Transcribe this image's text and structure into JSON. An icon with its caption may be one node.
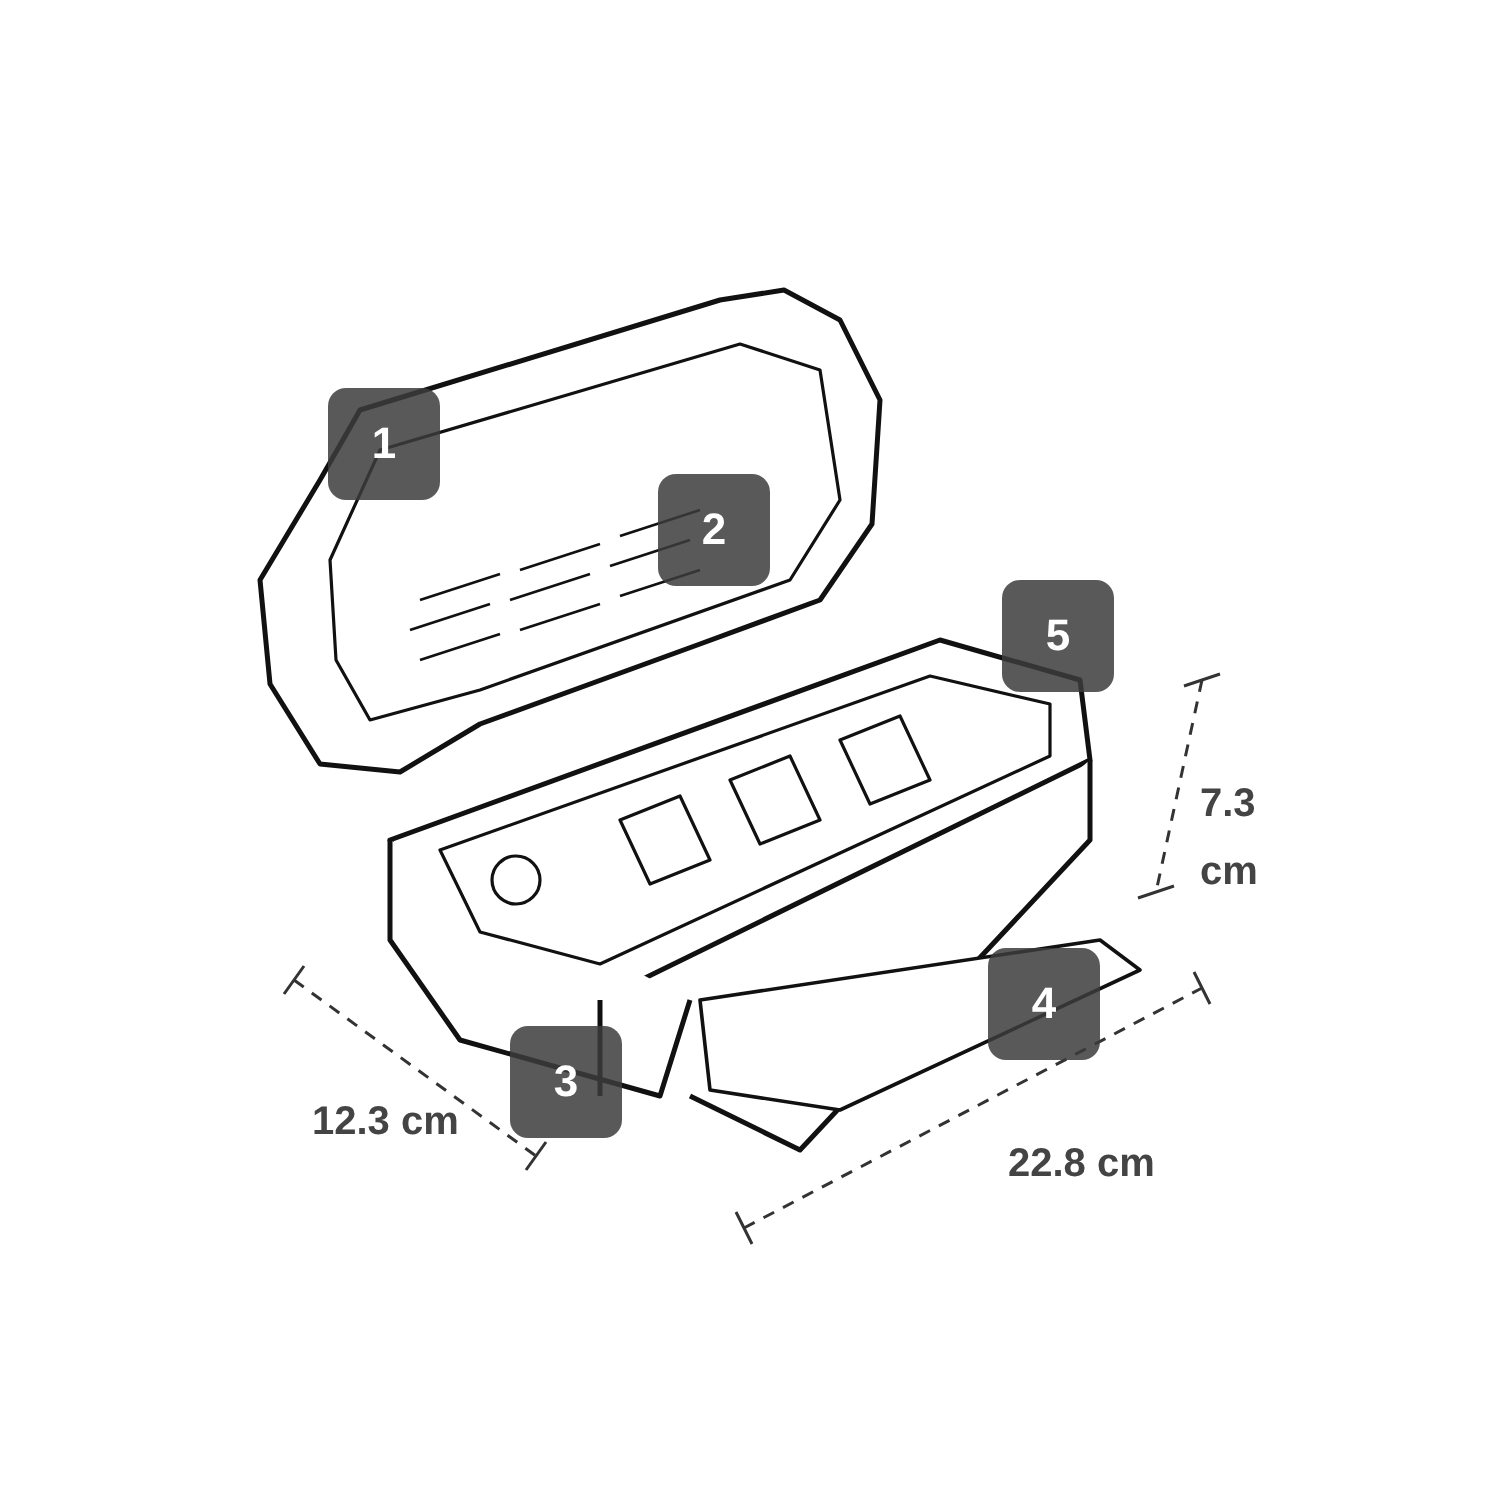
{
  "diagram": {
    "labels": [
      "1",
      "2",
      "5",
      "7.3 cm",
      "4",
      "3",
      "12.3 cm",
      "22.8 cm"
    ]
  }
}
